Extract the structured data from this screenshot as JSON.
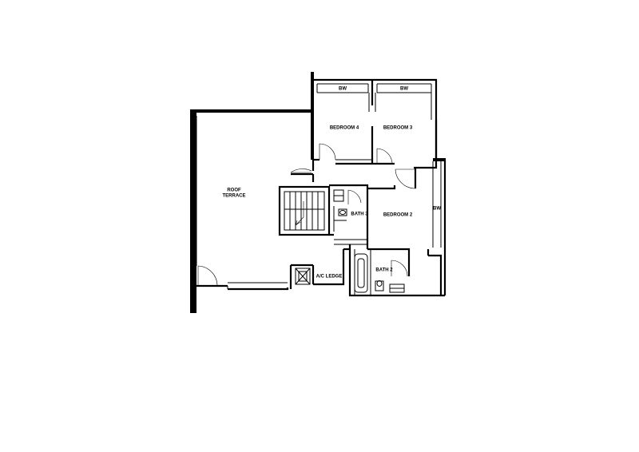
{
  "labels": {
    "bw_left": "BW",
    "bw_right": "BW",
    "bedroom4": "BEDROOM 4",
    "bedroom3": "BEDROOM 3",
    "roof_line1": "ROOF",
    "roof_line2": "TERRACE",
    "bath3": "BATH 3",
    "bedroom2": "BEDROOM 2",
    "bw_side": "BW",
    "bath2": "BATH 2",
    "ac_ledge": "A/C LEDGE"
  }
}
